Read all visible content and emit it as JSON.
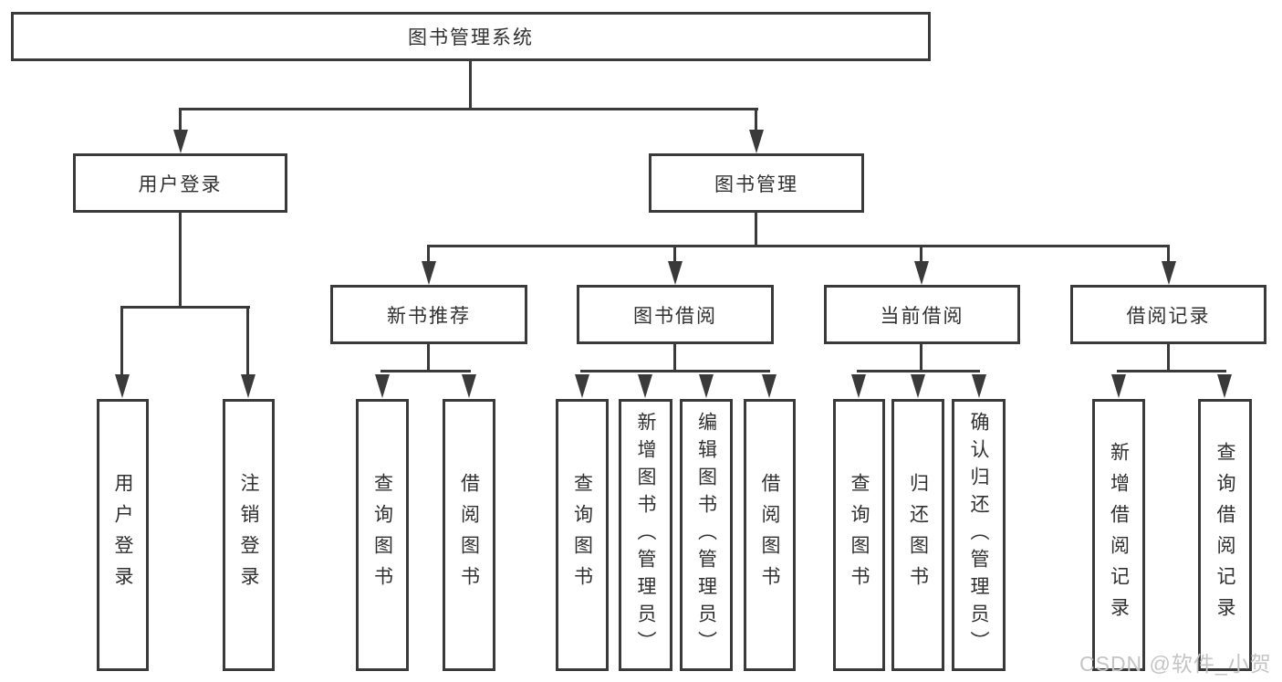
{
  "nodes": {
    "root": "图书管理系统",
    "user_login": "用户登录",
    "book_mgmt": "图书管理",
    "new_books": "新书推荐",
    "book_borrow": "图书借阅",
    "current_borrow": "当前借阅",
    "borrow_records": "借阅记录",
    "leaf_user_login": "用户登录",
    "leaf_logout": "注销登录",
    "leaf_nb_query": "查询图书",
    "leaf_nb_borrow": "借阅图书",
    "leaf_bb_query": "查询图书",
    "leaf_bb_add": "新增图书（管理员）",
    "leaf_bb_edit": "编辑图书（管理员）",
    "leaf_bb_borrow": "借阅图书",
    "leaf_cb_query": "查询图书",
    "leaf_cb_return": "归还图书",
    "leaf_cb_confirm": "确认归还（管理员）",
    "leaf_br_add": "新增借阅记录",
    "leaf_br_query": "查询借阅记录"
  },
  "watermark": "CSDN @软件_小贺同学",
  "colors": {
    "line": "#3a3a3a",
    "text": "#303030",
    "watermark": "#c4c4c4",
    "background": "#ffffff"
  }
}
